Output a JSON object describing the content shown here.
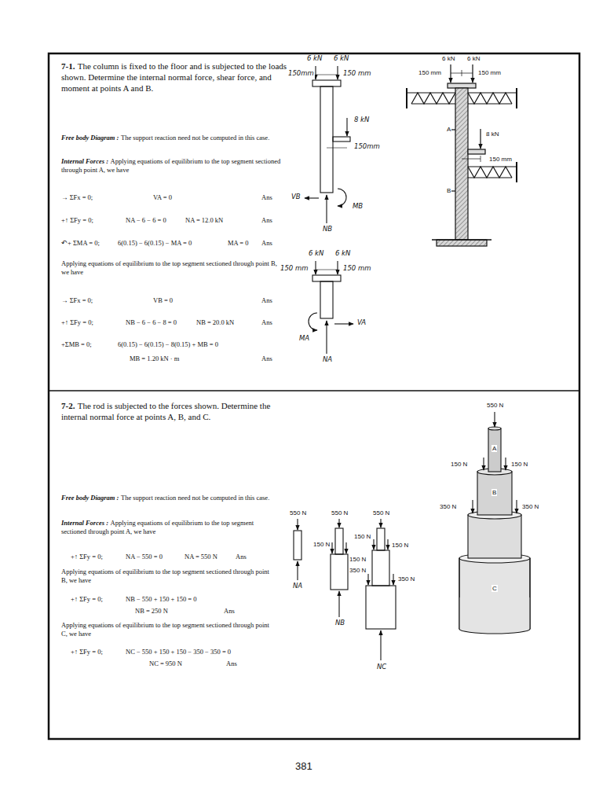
{
  "diagram": {
    "labels": [
      "7-1.",
      "The column is fixed to the floor and is subjected to the loads shown. Determine the internal normal force, shear force, and moment at points A and B.",
      "Free body Diagram :",
      "The support reaction need not be computed in this case.",
      "Internal Forces :",
      "Applying equations of equilibrium to the top segment sectioned through point A, we have",
      "→ ΣFx = 0;",
      "VA = 0",
      "Ans",
      "+↑ ΣFy = 0;",
      "NA − 6 − 6 = 0",
      "NA = 12.0 kN",
      "Ans",
      "↶+ ΣMA = 0;",
      "6(0.15) − 6(0.15) − MA = 0",
      "MA = 0",
      "Ans",
      "Applying equations of equilibrium to the top segment sectioned through point B, we have",
      "→ ΣFx = 0;",
      "VB = 0",
      "Ans",
      "+↑ ΣFy = 0;",
      "NB − 6 − 6 − 8 = 0",
      "NB = 20.0 kN",
      "Ans",
      "+ΣMB = 0;",
      "6(0.15) − 6(0.15) − 8(0.15) + MB = 0",
      "MB = 1.20 kN · m",
      "Ans",
      "6 kN",
      "6 kN",
      "150mm",
      "150 mm",
      "8 kN",
      "150mm",
      "VB",
      "MB",
      "NB",
      "6 kN",
      "6 kN",
      "150 mm",
      "150 mm",
      "VA",
      "MA",
      "NA",
      "6 kN",
      "6 kN",
      "150 mm",
      "150 mm",
      "A",
      "8 kN",
      "150 mm",
      "B",
      "7-2.",
      "The rod is subjected to the forces shown. Determine the internal normal force at points A, B, and C.",
      "Free body Diagram :",
      "The support reaction need not be computed in this case.",
      "Internal Forces :",
      "Applying equations of equilibrium to the top segment sectioned through point A, we have",
      "+↑ ΣFy = 0;",
      "NA − 550 = 0",
      "NA = 550 N",
      "Ans",
      "Applying equations of equilibrium to the top segment sectioned through point B, we have",
      "+↑ ΣFy = 0;",
      "NB − 550 + 150 + 150 = 0",
      "NB = 250 N",
      "Ans",
      "Applying equations of equilibrium to the top segment sectioned through point C, we have",
      "+↑ ΣFy = 0;",
      "NC − 550 + 150 + 150 − 350 − 350 = 0",
      "NC = 950 N",
      "Ans",
      "550 N",
      "550 N",
      "550 N",
      "150 N",
      "150 N",
      "150 N",
      "150 N",
      "350 N",
      "350 N",
      "NA",
      "NB",
      "NC",
      "550 N",
      "150 N",
      "150 N",
      "A",
      "350 N",
      "350 N",
      "B",
      "C",
      "381"
    ]
  }
}
